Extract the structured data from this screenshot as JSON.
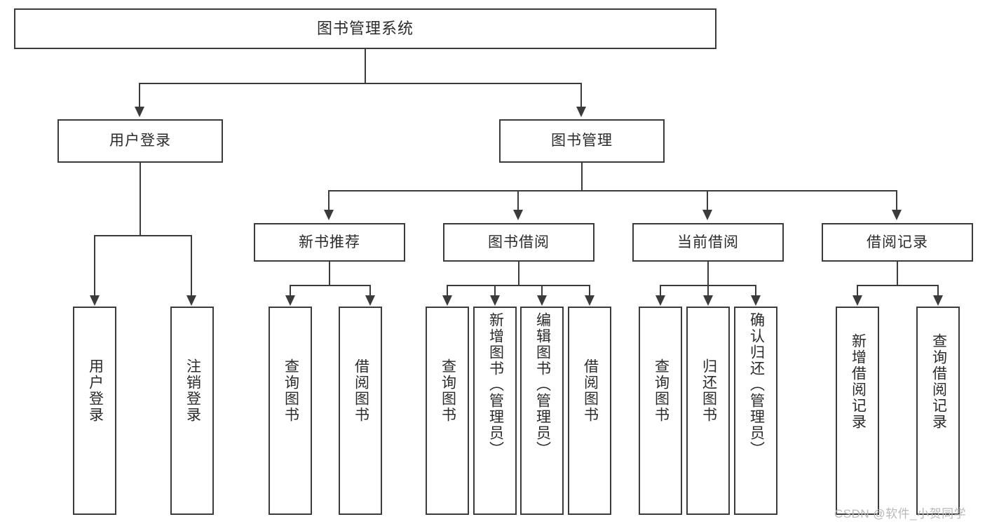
{
  "diagram": {
    "title": "图书管理系统",
    "type": "tree-hierarchy",
    "root": {
      "label": "图书管理系统"
    },
    "level2": [
      {
        "label": "用户登录"
      },
      {
        "label": "图书管理"
      }
    ],
    "level3": [
      {
        "label": "新书推荐"
      },
      {
        "label": "图书借阅"
      },
      {
        "label": "当前借阅"
      },
      {
        "label": "借阅记录"
      }
    ],
    "leaves": {
      "user_login": [
        {
          "label": "用户登录"
        },
        {
          "label": "注销登录"
        }
      ],
      "new_book_recommend": [
        {
          "label": "查询图书"
        },
        {
          "label": "借阅图书"
        }
      ],
      "book_borrow": [
        {
          "label": "查询图书"
        },
        {
          "label": "新增图书（管理员）"
        },
        {
          "label": "编辑图书（管理员）"
        },
        {
          "label": "借阅图书"
        }
      ],
      "current_borrow": [
        {
          "label": "查询图书"
        },
        {
          "label": "归还图书"
        },
        {
          "label": "确认归还（管理员）"
        }
      ],
      "borrow_record": [
        {
          "label": "新增借阅记录"
        },
        {
          "label": "查询借阅记录"
        }
      ]
    }
  },
  "watermark": {
    "text": "CSDN @软件_小贺同学"
  },
  "colors": {
    "stroke": "#3b3b3b",
    "text": "#2b2b2b",
    "background": "#ffffff",
    "watermark": "#b9b9b9"
  }
}
